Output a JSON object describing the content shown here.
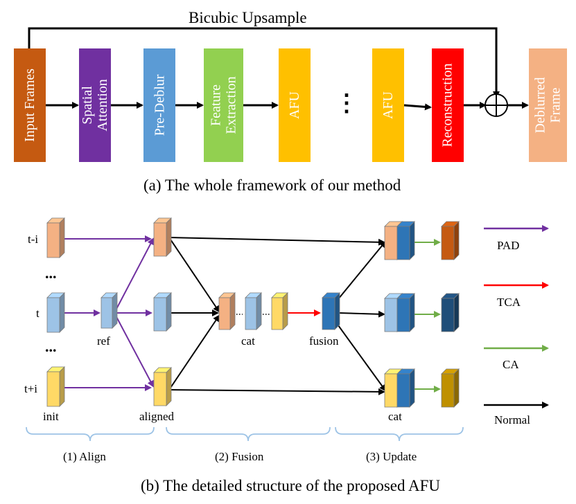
{
  "part_a": {
    "bicubic_label": "Bicubic Upsample",
    "blocks": [
      {
        "line1": "Input Frames",
        "line2": ""
      },
      {
        "line1": "Spatial",
        "line2": "Attention"
      },
      {
        "line1": "Pre-Deblur",
        "line2": ""
      },
      {
        "line1": "Feature",
        "line2": "Extraction"
      },
      {
        "line1": "AFU",
        "line2": ""
      },
      {
        "line1": "AFU",
        "line2": ""
      },
      {
        "line1": "Reconstruction",
        "line2": ""
      },
      {
        "line1": "Deblurred",
        "line2": "Frame"
      }
    ],
    "ellipsis": "⋮",
    "caption": "(a) The whole framework of our method"
  },
  "part_b": {
    "rows": [
      "t-i",
      "t",
      "t+i"
    ],
    "dots": "...",
    "labels": {
      "ref": "ref",
      "init": "init",
      "aligned": "aligned",
      "cat_fusion": "cat",
      "cat_update": "cat",
      "fusion": "fusion"
    },
    "legend": [
      {
        "label": "PAD",
        "color": "#7030A0"
      },
      {
        "label": "TCA",
        "color": "#FF0000"
      },
      {
        "label": "CA",
        "color": "#70AD47"
      },
      {
        "label": "Normal",
        "color": "#000000"
      }
    ],
    "stages": [
      "(1) Align",
      "(2) Fusion",
      "(3) Update"
    ],
    "caption": "(b) The detailed structure of the proposed AFU"
  },
  "colors": {
    "input": "#C55A11",
    "spatial": "#7030A0",
    "predeblur": "#5B9BD5",
    "feature": "#92D050",
    "afu": "#FFC000",
    "recon": "#FF0000",
    "deblurred": "#F4B183",
    "orange_cube": "#F4B183",
    "blue_cube": "#9DC3E6",
    "yellow_cube": "#FFD966",
    "dark_blue": "#2E75B6"
  }
}
